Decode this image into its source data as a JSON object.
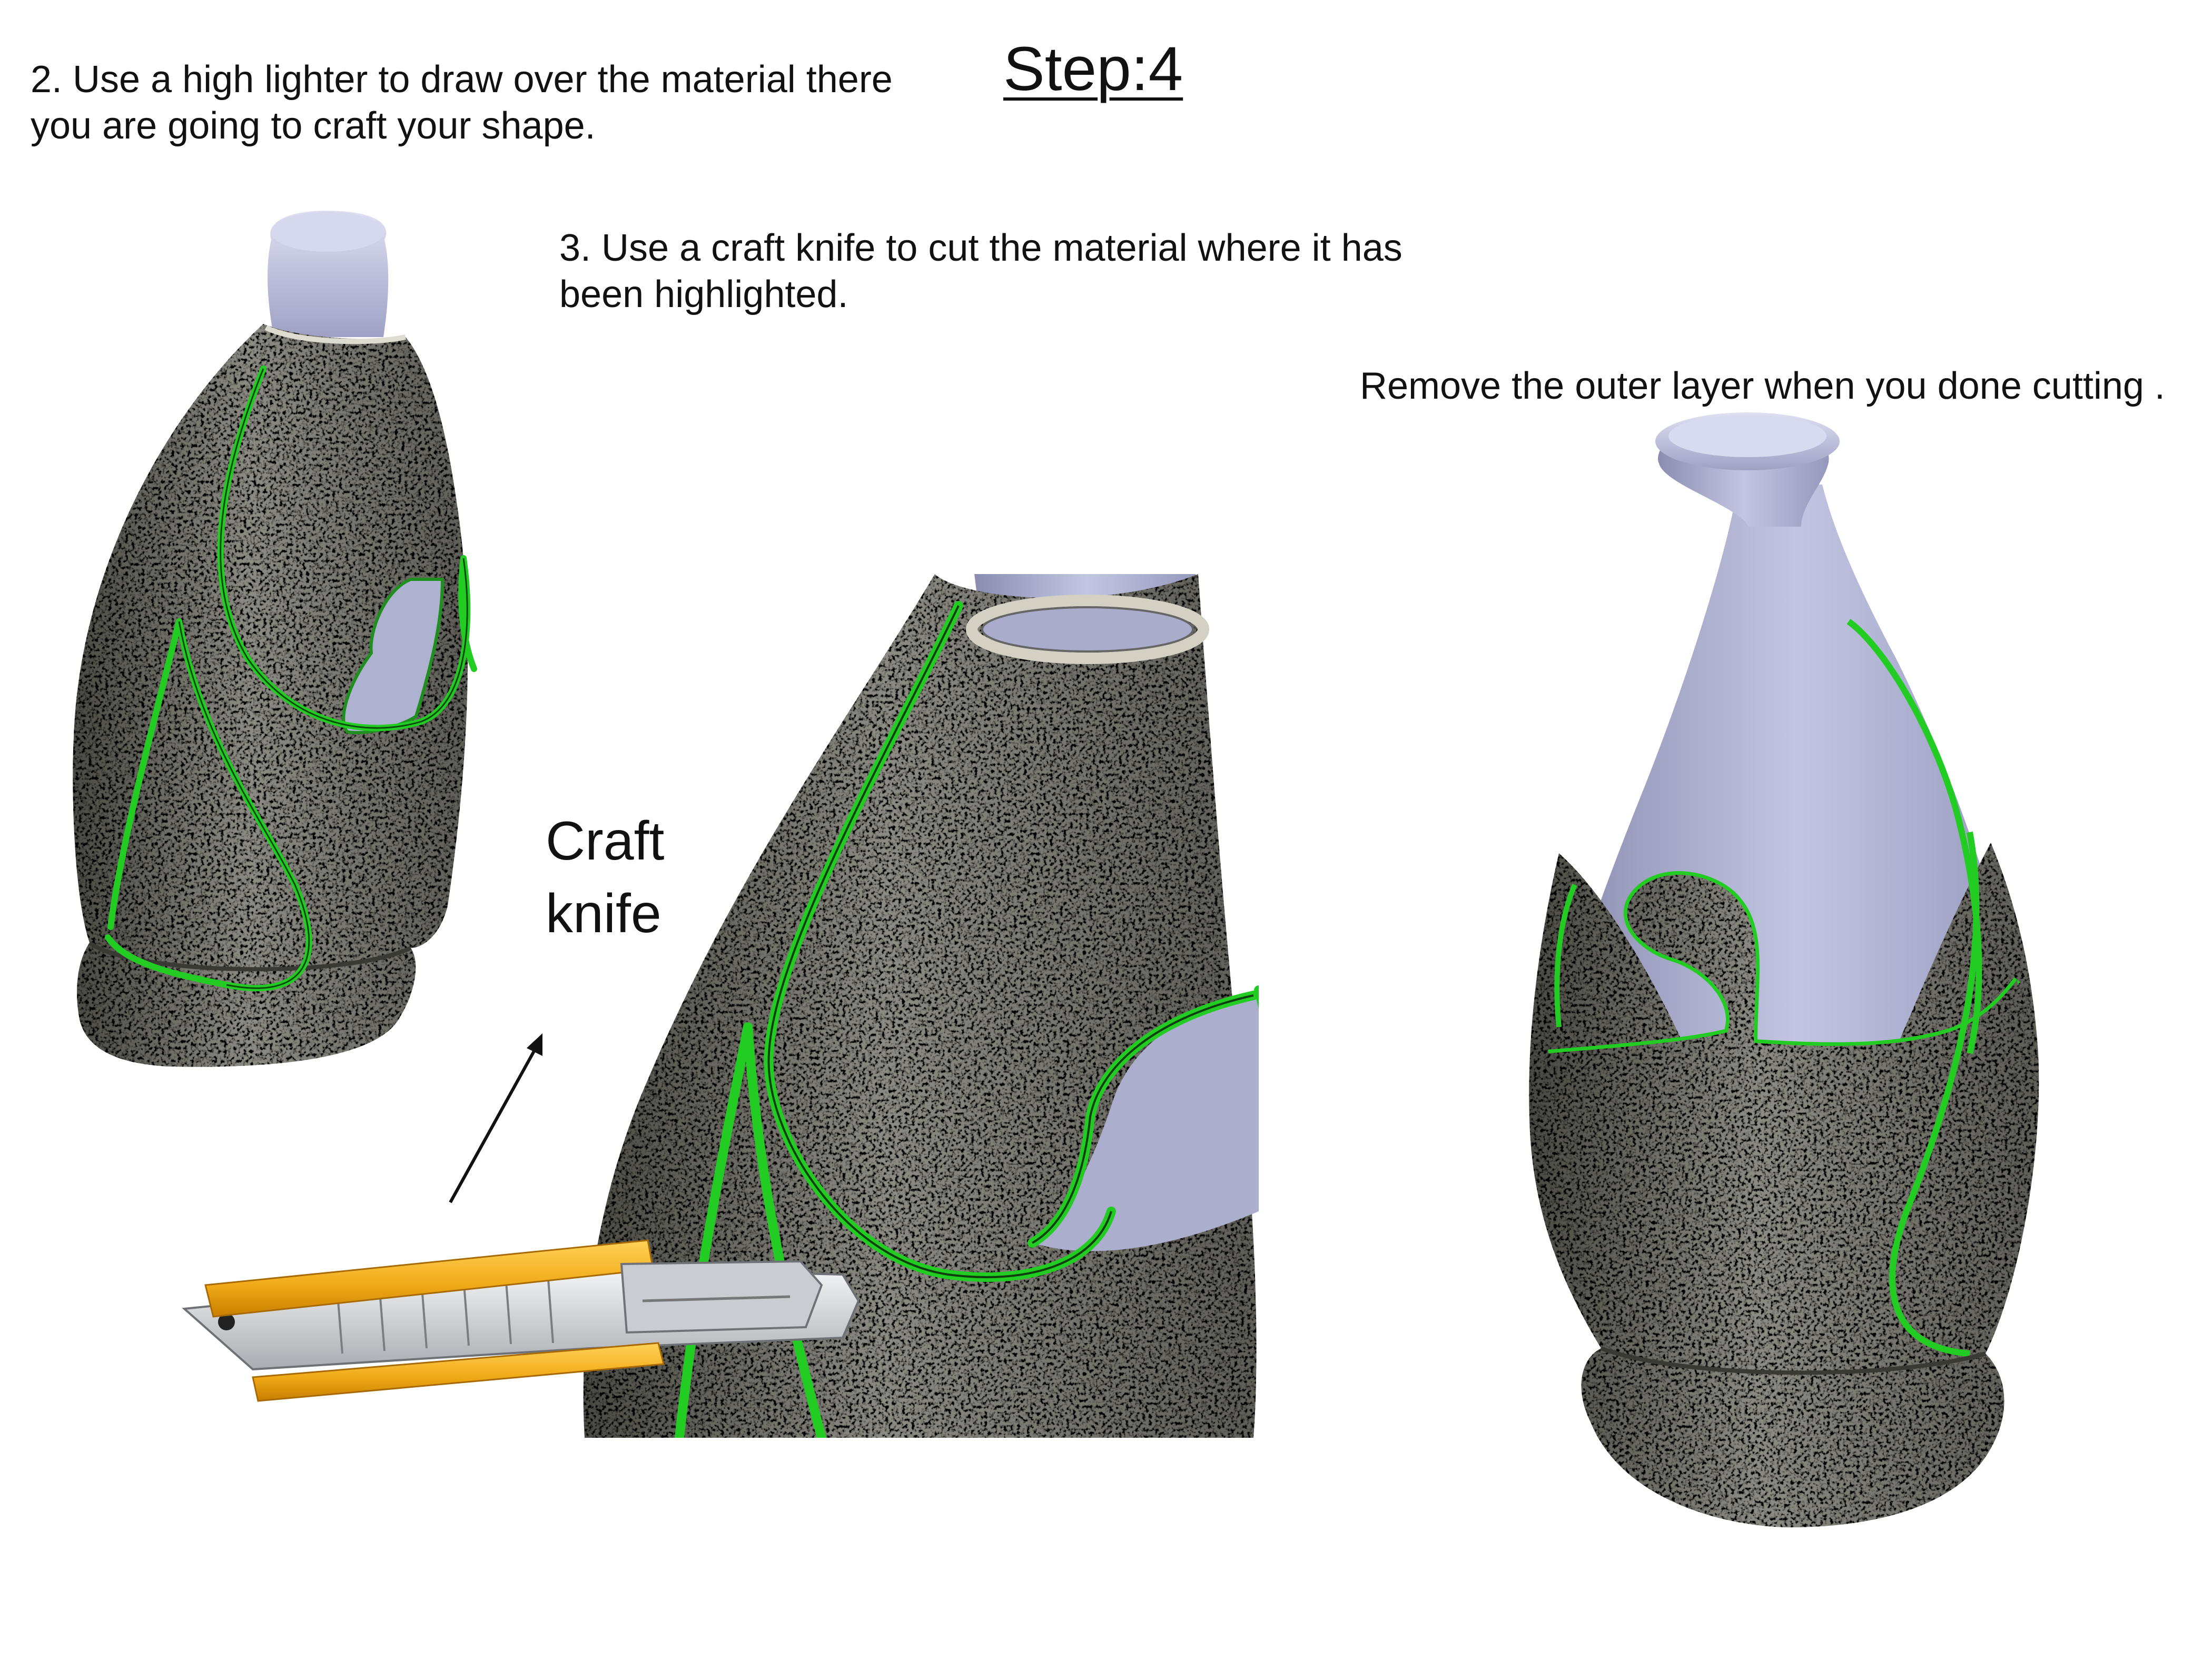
{
  "title": "Step:4",
  "instructions": {
    "step2": "2. Use a high lighter to draw over the material there you are going to craft your shape.",
    "step3": "3. Use a craft knife to cut the material where it has been highlighted.",
    "remove": "Remove the outer layer when you done cutting ."
  },
  "labels": {
    "knife_line1": "Craft",
    "knife_line2": "knife"
  },
  "colors": {
    "granite": "#7a7a72",
    "granite_light": "#c9c7bd",
    "granite_dark": "#2c2c28",
    "inner_core": "#b3b6d4",
    "highlighter_green": "#22cc22",
    "knife_yellow": "#f2b21e",
    "blade_silver": "#d7d9dc"
  }
}
